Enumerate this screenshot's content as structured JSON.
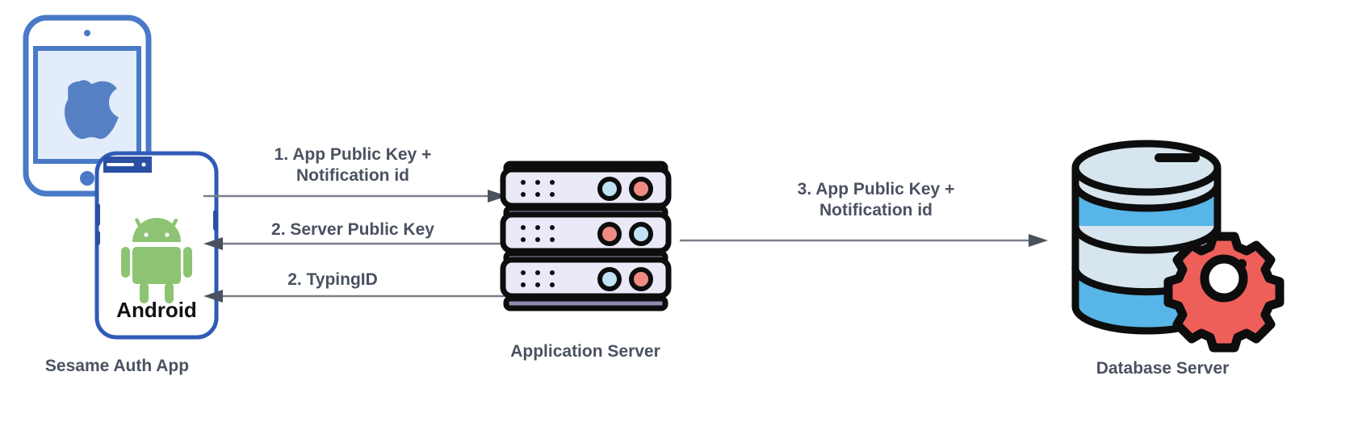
{
  "diagram": {
    "title": "Sesame Auth protocol sequence",
    "background": "#ffffff",
    "colors": {
      "text": "#4a5260",
      "arrow": "#7a7f88",
      "phone_blue": "#4a7ac7",
      "phone_screen": "#e2ecfb",
      "android_green": "#8cc474",
      "android_dark_blue": "#2b4fa2",
      "server_body": "#eae9f7",
      "server_band": "#8d8cb0",
      "server_outline": "#111111",
      "led_blue": "#bfe3f5",
      "led_red": "#ef8b82",
      "db_light": "#d6e5ee",
      "db_blue": "#57b5e7",
      "gear_red": "#ef5f5a",
      "outline_black": "#0d0d0d"
    }
  },
  "nodes": [
    {
      "id": "sesame-auth-app",
      "caption": "Sesame Auth App",
      "icons": [
        "apple-phone-icon",
        "android-phone-icon"
      ],
      "android_label": "Android"
    },
    {
      "id": "application-server",
      "caption": "Application Server",
      "icons": [
        "server-rack-icon"
      ],
      "rack_units": 3,
      "led_rows": [
        [
          "blue",
          "red"
        ],
        [
          "red",
          "blue"
        ],
        [
          "blue",
          "red"
        ]
      ]
    },
    {
      "id": "database-server",
      "caption": "Database Server",
      "icons": [
        "database-cylinder-icon",
        "gear-icon"
      ],
      "bands": [
        "light",
        "blue",
        "light",
        "blue"
      ]
    }
  ],
  "arrows": [
    {
      "id": "arrow-1",
      "label": "1. App Public Key +\nNotification id",
      "from": "sesame-auth-app",
      "to": "application-server",
      "direction": "right"
    },
    {
      "id": "arrow-2",
      "label": "2. Server Public Key",
      "from": "application-server",
      "to": "sesame-auth-app",
      "direction": "left"
    },
    {
      "id": "arrow-3",
      "label": "2. TypingID",
      "from": "application-server",
      "to": "sesame-auth-app",
      "direction": "left"
    },
    {
      "id": "arrow-4",
      "label": "3. App Public Key +\nNotification id",
      "from": "application-server",
      "to": "database-server",
      "direction": "right"
    }
  ]
}
